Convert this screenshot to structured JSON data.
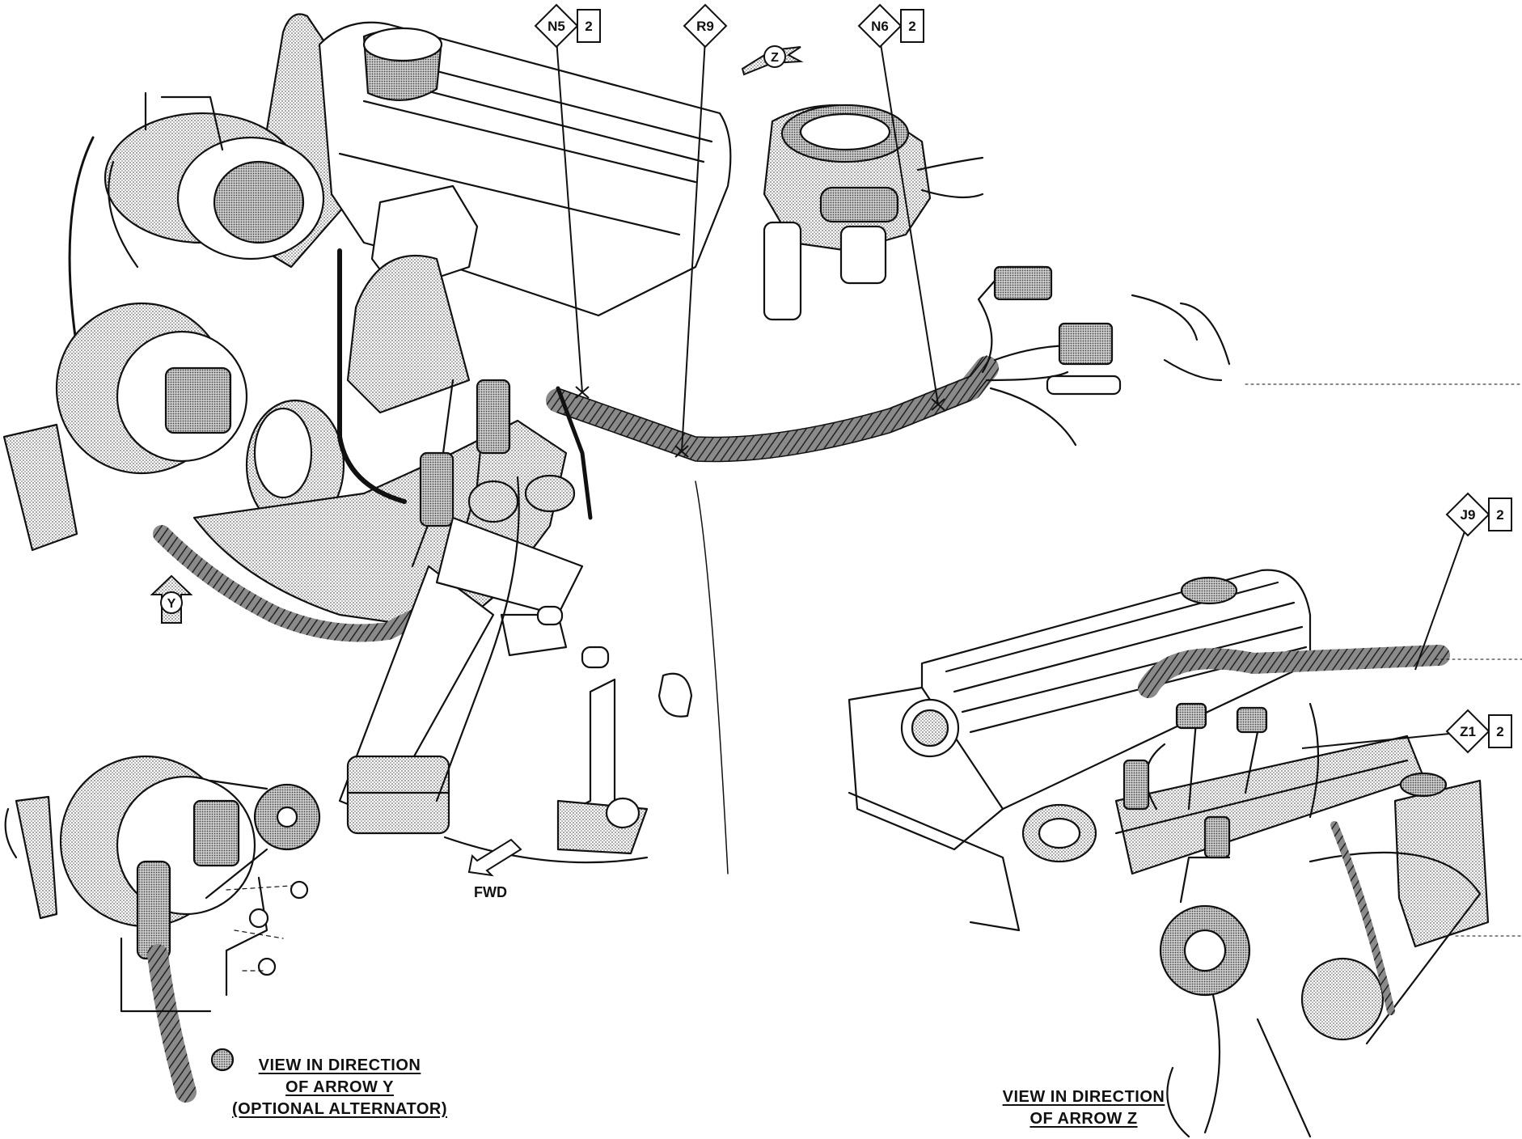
{
  "callouts": {
    "n5": {
      "code": "N5",
      "num": "2"
    },
    "r9": {
      "code": "R9"
    },
    "n6": {
      "code": "N6",
      "num": "2"
    },
    "j9": {
      "code": "J9",
      "num": "2"
    },
    "z1": {
      "code": "Z1",
      "num": "2"
    }
  },
  "arrows": {
    "y": "Y",
    "z": "Z",
    "fwd": "FWD"
  },
  "captions": {
    "view_y": {
      "line1": "VIEW IN DIRECTION",
      "line2": "OF ARROW Y",
      "line3": "(OPTIONAL ALTERNATOR)"
    },
    "view_z": {
      "line1": "VIEW IN DIRECTION",
      "line2": "OF ARROW Z"
    }
  },
  "colors": {
    "line": "#111111",
    "shade": "#b9b9b9",
    "background": "#ffffff"
  }
}
